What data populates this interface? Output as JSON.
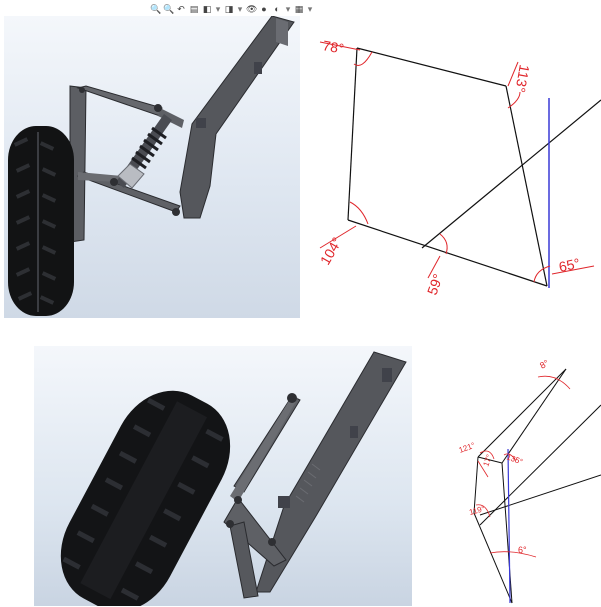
{
  "colors": {
    "line": "#111111",
    "angle": "#e0262b",
    "vertical": "#3a3ad6",
    "viewport_bg": "#e4ebf3"
  },
  "toolbar": {
    "icons": [
      "zoom-to-fit-icon",
      "zoom-area-icon",
      "previous-view-icon",
      "section-view-icon",
      "view-orientation-icon",
      "display-style-icon",
      "hide-show-icon",
      "edit-appearance-icon",
      "apply-scene-icon",
      "view-settings-icon"
    ]
  },
  "diagram_top": {
    "angles": {
      "top_left": "78°",
      "top_right": "113°",
      "bottom_left": "104°",
      "bottom_mid": "59°",
      "bottom_right": "65°"
    }
  },
  "diagram_bottom": {
    "angles": {
      "top": "8°",
      "mid_left": "121°",
      "mid_center": "17°",
      "mid_right": "135°",
      "lower": "119°",
      "bottom": "6°"
    }
  }
}
